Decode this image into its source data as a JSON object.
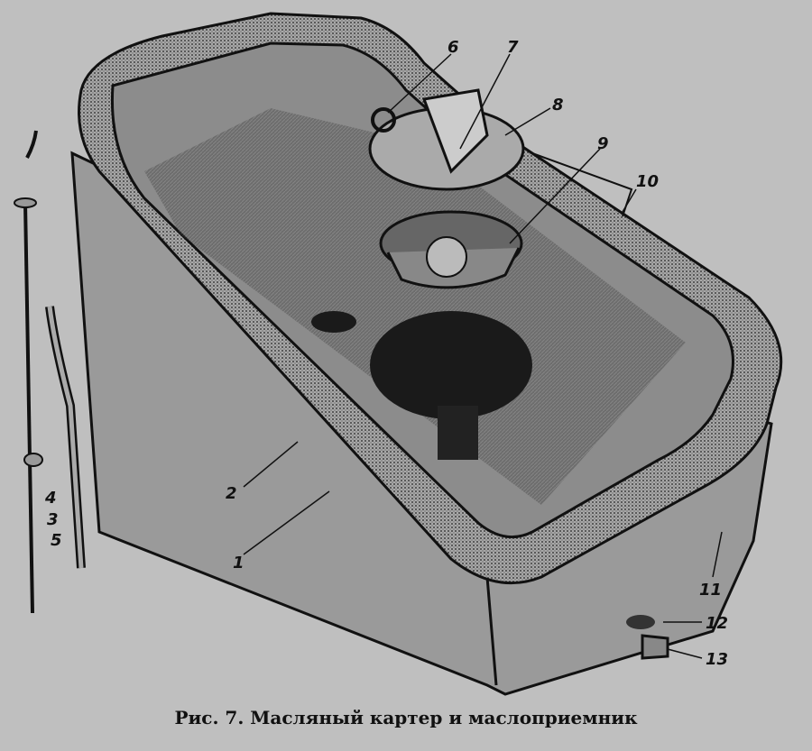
{
  "figure": {
    "caption": "Рис. 7. Масляный картер и маслоприемник",
    "labels": [
      "1",
      "2",
      "3",
      "4",
      "5",
      "6",
      "7",
      "8",
      "9",
      "10",
      "11",
      "12",
      "13"
    ]
  }
}
